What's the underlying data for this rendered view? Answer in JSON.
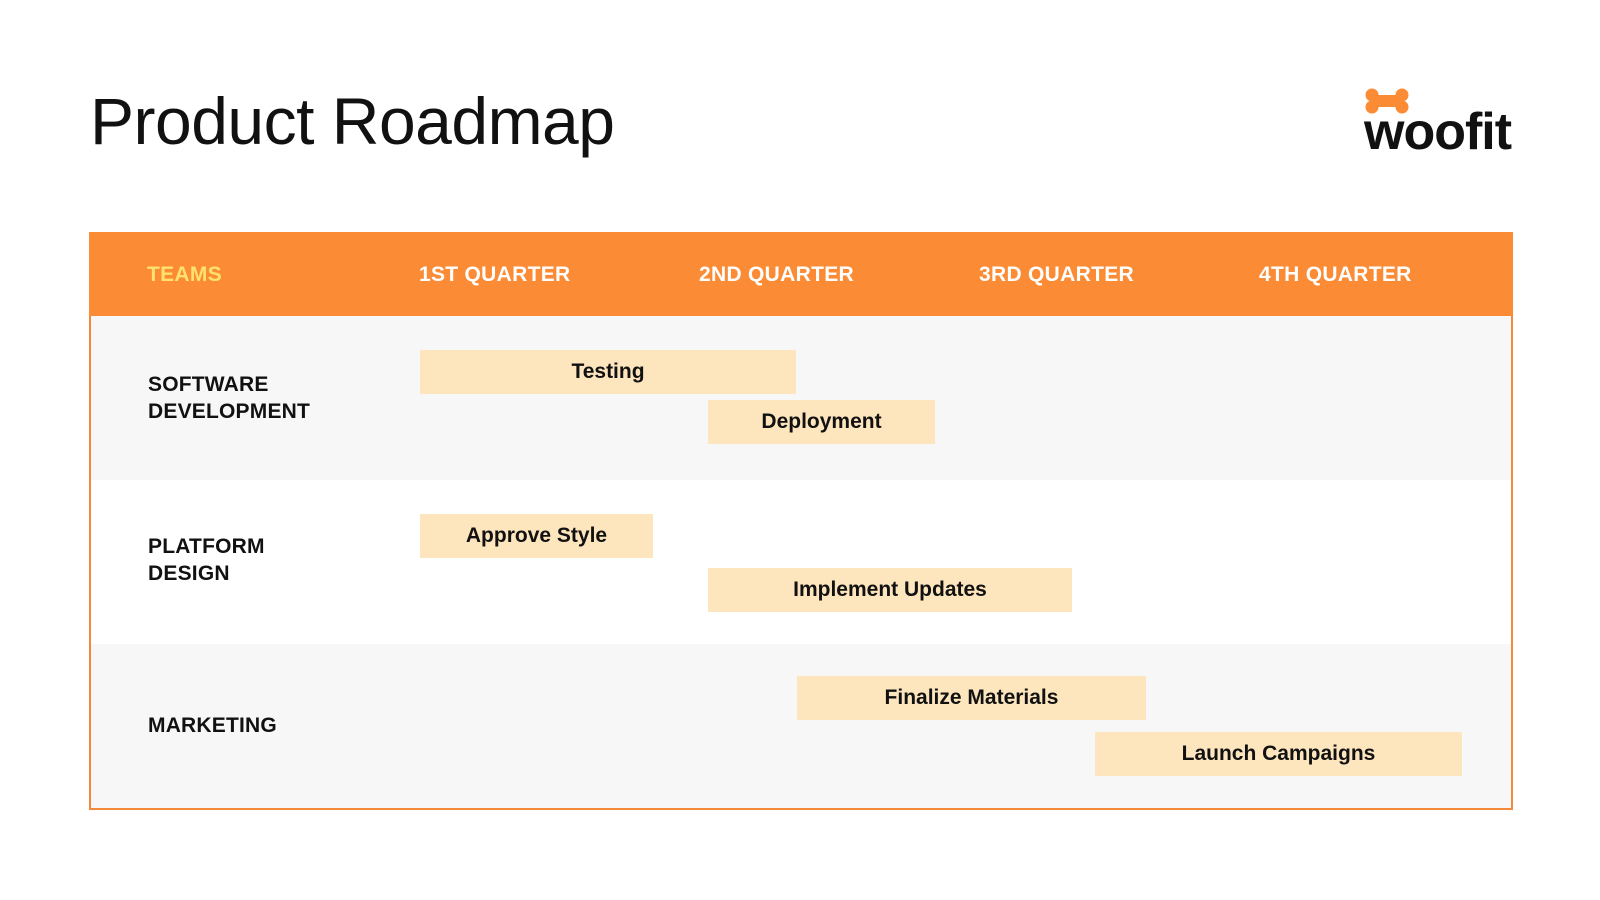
{
  "title": "Product Roadmap",
  "logo": {
    "text": "woofit",
    "icon": "bone-icon",
    "accent": "#fb8c35"
  },
  "colors": {
    "header_bg": "#fb8c35",
    "teams_header_text": "#ffe16d",
    "bar_fill": "#fde5bd",
    "row_shade": "#f7f7f7"
  },
  "header": {
    "teams": "TEAMS",
    "quarters": [
      "1ST QUARTER",
      "2ND QUARTER",
      "3RD QUARTER",
      "4TH QUARTER"
    ]
  },
  "rows": [
    {
      "label": "SOFTWARE\nDEVELOPMENT",
      "tasks": [
        {
          "label": "Testing"
        },
        {
          "label": "Deployment"
        }
      ]
    },
    {
      "label": "PLATFORM\nDESIGN",
      "tasks": [
        {
          "label": "Approve Style"
        },
        {
          "label": "Implement Updates"
        }
      ]
    },
    {
      "label": "MARKETING",
      "tasks": [
        {
          "label": "Finalize Materials"
        },
        {
          "label": "Launch Campaigns"
        }
      ]
    }
  ]
}
